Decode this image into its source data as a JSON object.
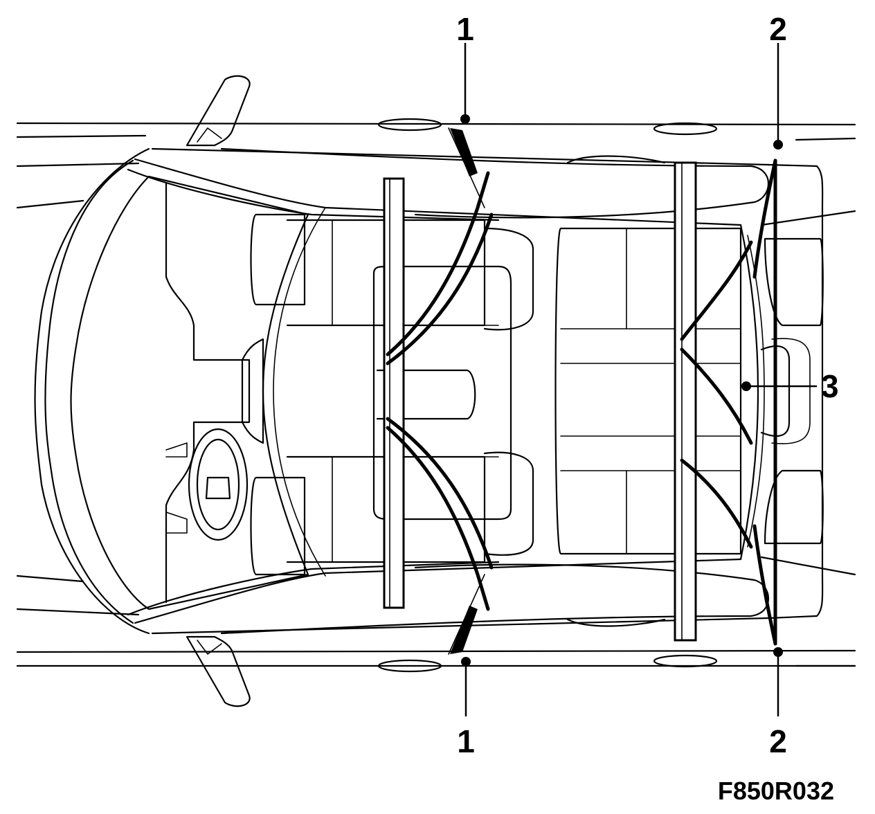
{
  "callouts": [
    {
      "id": "top-1",
      "label": "1"
    },
    {
      "id": "top-2",
      "label": "2"
    },
    {
      "id": "side-3",
      "label": "3"
    },
    {
      "id": "bottom-1",
      "label": "1"
    },
    {
      "id": "bottom-2",
      "label": "2"
    }
  ],
  "figure_code": "F850R032"
}
